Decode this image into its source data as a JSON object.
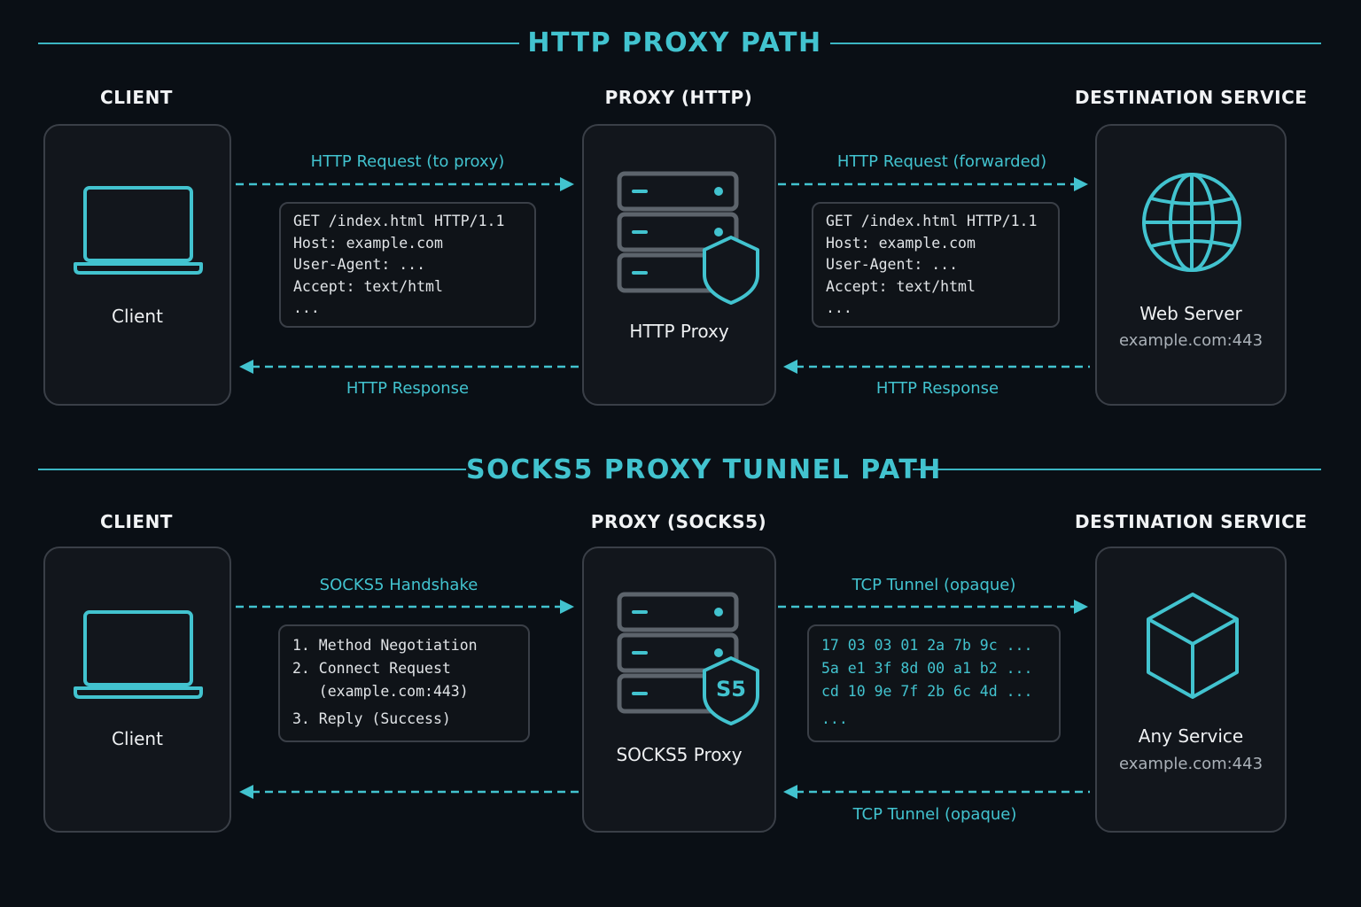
{
  "http_section": {
    "title": "HTTP PROXY PATH",
    "col_client": "CLIENT",
    "col_proxy": "PROXY (HTTP)",
    "col_dest": "DESTINATION SERVICE",
    "client_label": "Client",
    "proxy_label": "HTTP Proxy",
    "dest_label": "Web Server",
    "dest_sub": "example.com:443",
    "req_to_proxy": "HTTP Request (to proxy)",
    "req_forwarded": "HTTP Request (forwarded)",
    "resp_left": "HTTP Response",
    "resp_right": "HTTP Response",
    "request_lines_left": [
      "GET /index.html HTTP/1.1",
      "Host: example.com",
      "User-Agent: ...",
      "Accept: text/html",
      "..."
    ],
    "request_lines_right": [
      "GET /index.html HTTP/1.1",
      "Host: example.com",
      "User-Agent: ...",
      "Accept: text/html",
      "..."
    ]
  },
  "socks_section": {
    "title": "SOCKS5 PROXY TUNNEL PATH",
    "col_client": "CLIENT",
    "col_proxy": "PROXY (SOCKS5)",
    "col_dest": "DESTINATION SERVICE",
    "client_label": "Client",
    "proxy_label": "SOCKS5 Proxy",
    "proxy_badge": "S5",
    "dest_label": "Any Service",
    "dest_sub": "example.com:443",
    "handshake": "SOCKS5 Handshake",
    "tunnel_top": "TCP Tunnel (opaque)",
    "tunnel_bottom": "TCP Tunnel (opaque)",
    "handshake_lines": [
      "1. Method Negotiation",
      "2. Connect Request",
      "   (example.com:443)",
      "3. Reply (Success)"
    ],
    "tunnel_lines": [
      "17 03 03 01 2a 7b 9c ...",
      "5a e1 3f 8d 00 a1 b2 ...",
      "cd 10 9e 7f 2b 6c 4d ...",
      "..."
    ]
  },
  "colors": {
    "accent": "#42c3cf",
    "card_border": "#3a3f47",
    "icon_gray": "#5d646c",
    "background": "#0a0f15"
  },
  "icons": {
    "client": "laptop-icon",
    "proxy": "server-stack-icon",
    "shield": "shield-icon",
    "web_server": "globe-icon",
    "any_service": "cube-icon"
  }
}
